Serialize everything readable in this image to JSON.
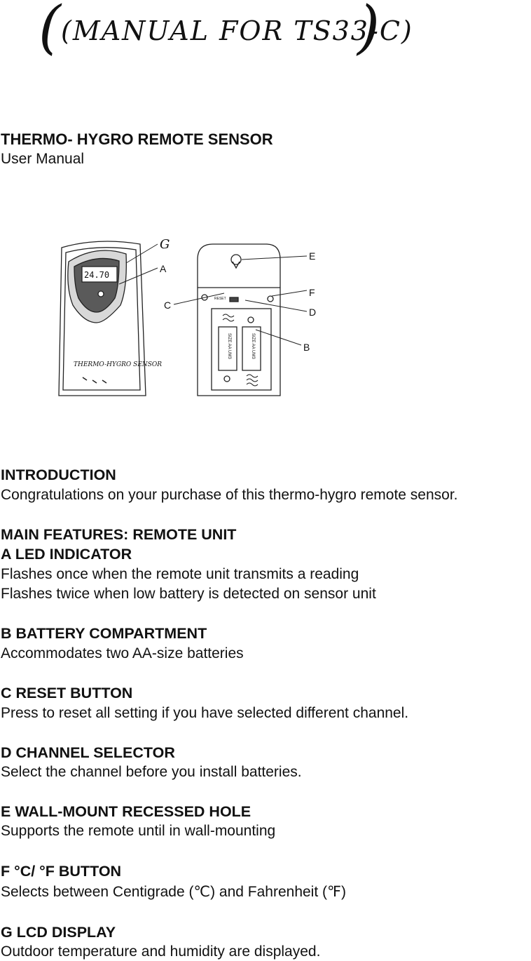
{
  "handwritten_note": "(MANUAL FOR TS33-C)",
  "header": {
    "title": "THERMO- HYGRO REMOTE SENSOR",
    "subtitle": "User Manual"
  },
  "figure": {
    "callouts": {
      "g": "G",
      "a": "A",
      "c": "C",
      "e": "E",
      "f": "F",
      "d": "D",
      "b": "B"
    },
    "device_lcd": "24.70",
    "device_brand": "THERMO-HYGRO SENSOR",
    "reset_label": "RESET",
    "battery_label": "SIZE AA UM3"
  },
  "sections": {
    "intro": {
      "heading": "INTRODUCTION",
      "text": "Congratulations on your purchase of this thermo-hygro remote sensor."
    },
    "main_features": {
      "heading": "MAIN FEATURES: REMOTE UNIT"
    },
    "led": {
      "heading": "A LED INDICATOR",
      "lines": [
        "Flashes once when the remote unit transmits a reading",
        "Flashes twice when low battery is detected on sensor unit"
      ]
    },
    "battery": {
      "heading": "B BATTERY COMPARTMENT",
      "text": "Accommodates two AA-size batteries"
    },
    "reset": {
      "heading": "C RESET BUTTON",
      "text": "Press to reset all setting if you have selected different channel."
    },
    "channel": {
      "heading": "D CHANNEL SELECTOR",
      "text": "Select the channel before you install batteries."
    },
    "wall": {
      "heading": "E WALL-MOUNT RECESSED HOLE",
      "text": "Supports the remote until in wall-mounting"
    },
    "cf": {
      "heading": "F °C/ °F BUTTON",
      "text": "Selects between Centigrade (℃) and Fahrenheit (℉)"
    },
    "lcd": {
      "heading": "G LCD DISPLAY",
      "text": "Outdoor temperature and humidity are displayed."
    }
  }
}
